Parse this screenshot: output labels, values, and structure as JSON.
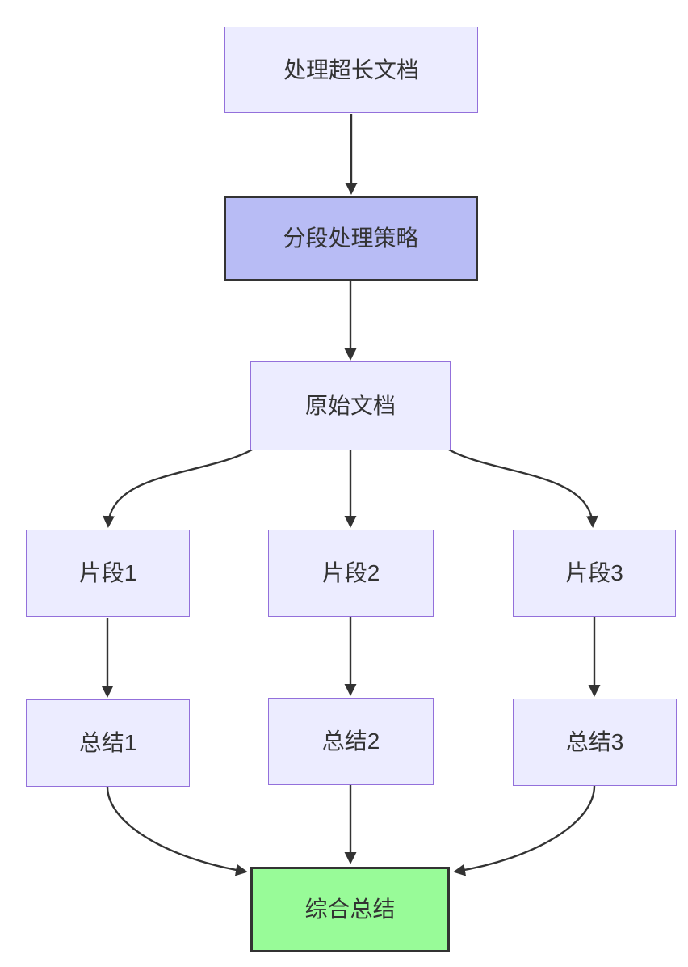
{
  "diagram": {
    "type": "flowchart",
    "direction": "top-down",
    "nodes": [
      {
        "id": "A",
        "label": "处理超长文档",
        "style": "default"
      },
      {
        "id": "B",
        "label": "分段处理策略",
        "style": "emphasis"
      },
      {
        "id": "C",
        "label": "原始文档",
        "style": "default"
      },
      {
        "id": "D",
        "label": "片段1",
        "style": "default"
      },
      {
        "id": "E",
        "label": "片段2",
        "style": "default"
      },
      {
        "id": "F",
        "label": "片段3",
        "style": "default"
      },
      {
        "id": "G",
        "label": "总结1",
        "style": "default"
      },
      {
        "id": "H",
        "label": "总结2",
        "style": "default"
      },
      {
        "id": "I",
        "label": "总结3",
        "style": "default"
      },
      {
        "id": "J",
        "label": "综合总结",
        "style": "success"
      }
    ],
    "edges": [
      {
        "from": "处理超长文档",
        "to": "分段处理策略"
      },
      {
        "from": "分段处理策略",
        "to": "原始文档"
      },
      {
        "from": "原始文档",
        "to": "片段1"
      },
      {
        "from": "原始文档",
        "to": "片段2"
      },
      {
        "from": "原始文档",
        "to": "片段3"
      },
      {
        "from": "片段1",
        "to": "总结1"
      },
      {
        "from": "片段2",
        "to": "总结2"
      },
      {
        "from": "片段3",
        "to": "总结3"
      },
      {
        "from": "总结1",
        "to": "综合总结"
      },
      {
        "from": "总结2",
        "to": "综合总结"
      },
      {
        "from": "总结3",
        "to": "综合总结"
      }
    ],
    "colors": {
      "node_fill": "#ececff",
      "node_border": "#9370db",
      "emphasis_fill": "#b8bcf5",
      "emphasis_border": "#333333",
      "success_fill": "#98fb98",
      "success_border": "#333333",
      "edge": "#333333",
      "text": "#333333",
      "background": "#ffffff"
    }
  }
}
